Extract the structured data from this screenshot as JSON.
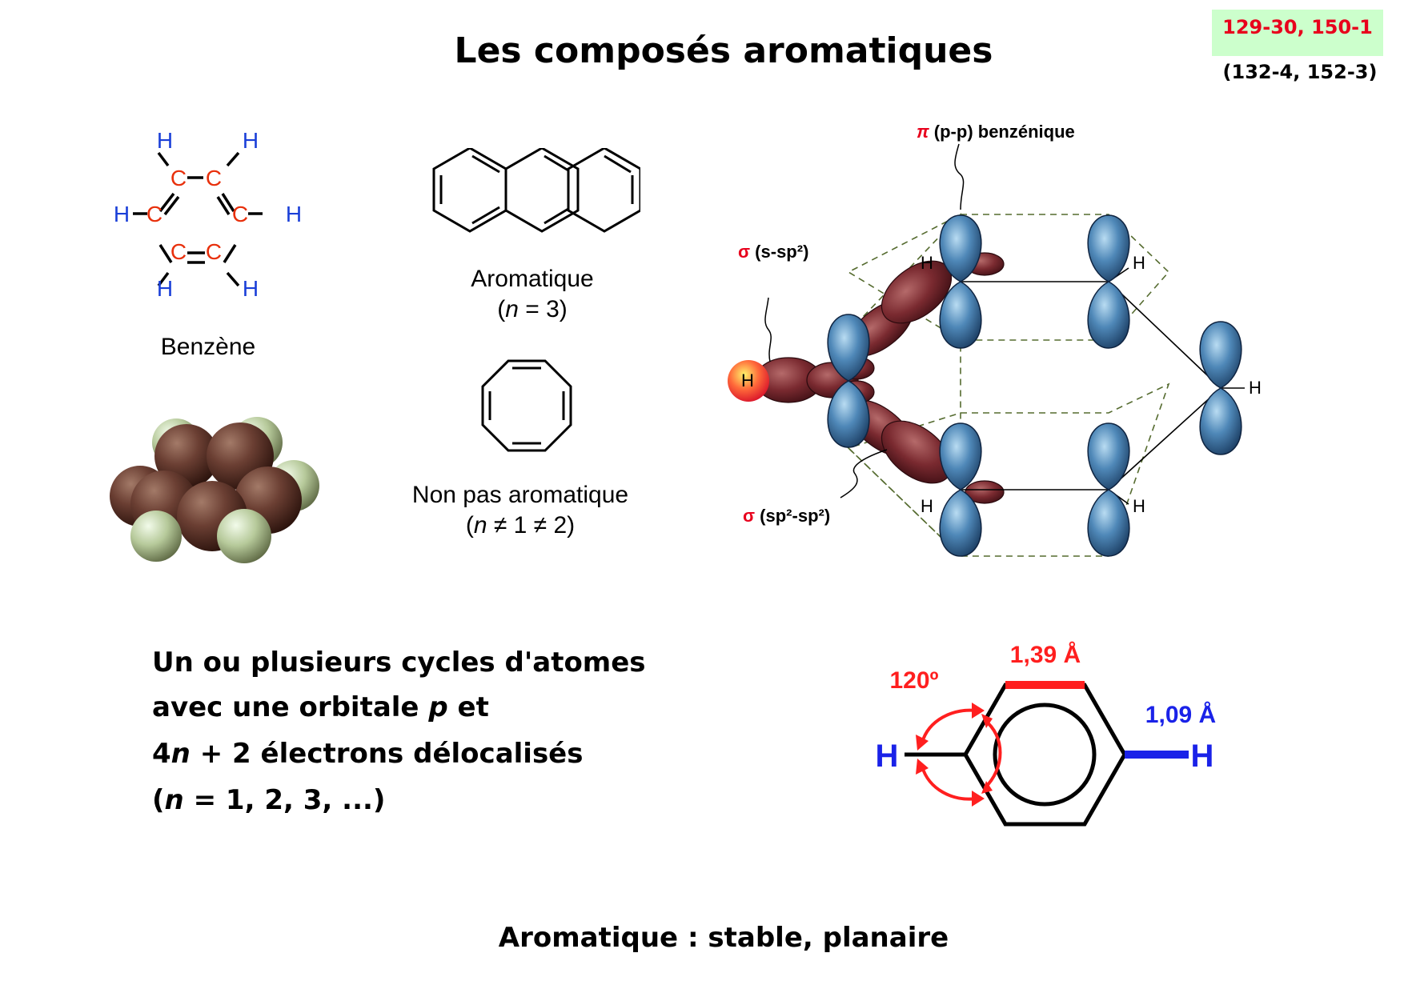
{
  "title": "Les composés aromatiques",
  "reference": {
    "pages": "129-30, 150-1",
    "pages_alt": "(132-4, 152-3)"
  },
  "benzene": {
    "name": "Benzène",
    "atom_c": "C",
    "atom_h": "H",
    "color_c": "#e8300c",
    "color_h": "#1a3fd8"
  },
  "anthracene": {
    "label": "Aromatique",
    "n_prefix": "(",
    "n_var": "n",
    "n_value": " = 3)"
  },
  "cyclooctatetraene": {
    "label": "Non pas aromatique",
    "n_prefix": "(",
    "n_var": "n",
    "n_value": " ≠ 1 ≠ 2)"
  },
  "orbital_diagram": {
    "pi_label_symbol": "π",
    "pi_label_text": " (p-p) benzénique",
    "sigma_s_sp2_symbol": "σ",
    "sigma_s_sp2_text": " (s-sp²)",
    "sigma_sp2_sp2_symbol": "σ",
    "sigma_sp2_sp2_text": " (sp²-sp²)",
    "h": "H"
  },
  "rule": {
    "line1": "Un ou plusieurs cycles d'atomes",
    "line2_a": "avec une orbitale ",
    "line2_var": "p",
    "line2_b": " et",
    "line3_a": "4",
    "line3_var": "n",
    "line3_b": " + 2 électrons délocalisés",
    "line4_a": "(",
    "line4_var": "n",
    "line4_b": " = 1, 2, 3, ...)"
  },
  "geometry_diagram": {
    "cc_length": "1,39 Å",
    "ch_length": "1,09 Å",
    "angle": "120º",
    "h": "H",
    "color_cc": "#ff1f1f",
    "color_ch": "#1a22e8"
  },
  "footer": "Aromatique : stable, planaire"
}
